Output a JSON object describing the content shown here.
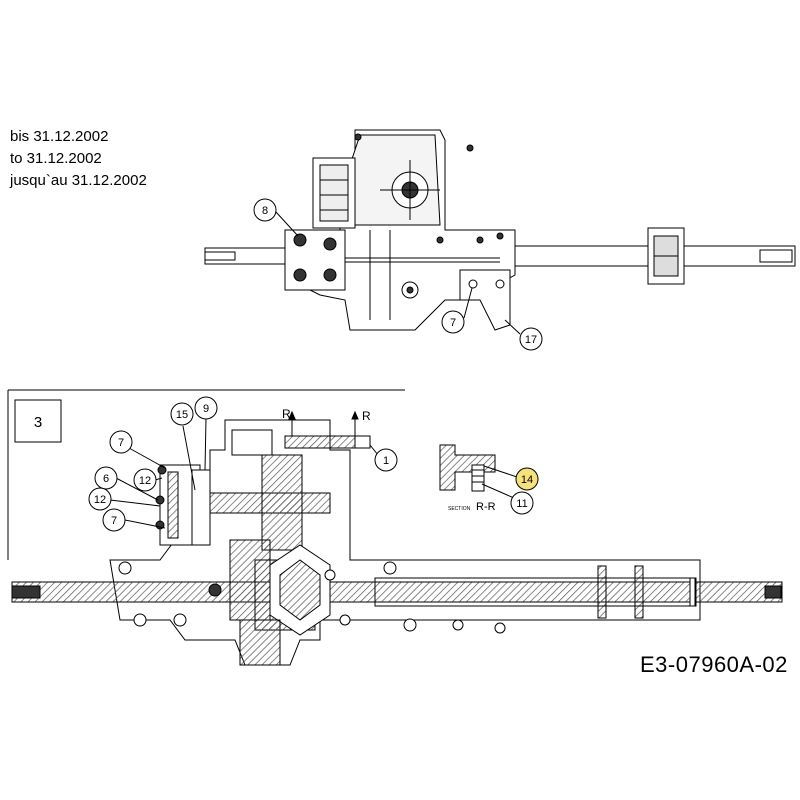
{
  "date_notes": {
    "line_de": "bis 31.12.2002",
    "line_en": "to 31.12.2002",
    "line_fr": "jusqu`au 31.12.2002"
  },
  "detail_box": {
    "label": "3"
  },
  "section": {
    "small_label": "SECTION",
    "name": "R-R",
    "arrow_label": "R"
  },
  "doc_id": "E3-07960A-02",
  "callouts": {
    "top_8": "8",
    "top_7": "7",
    "top_17": "17",
    "c15": "15",
    "c9": "9",
    "c7a": "7",
    "c12a": "12",
    "c6": "6",
    "c12b": "12",
    "c7b": "7",
    "c1": "1",
    "c14": "14",
    "c11": "11"
  },
  "colors": {
    "line": "#000000",
    "highlight": "#f5e27a",
    "hatch": "#555555"
  }
}
